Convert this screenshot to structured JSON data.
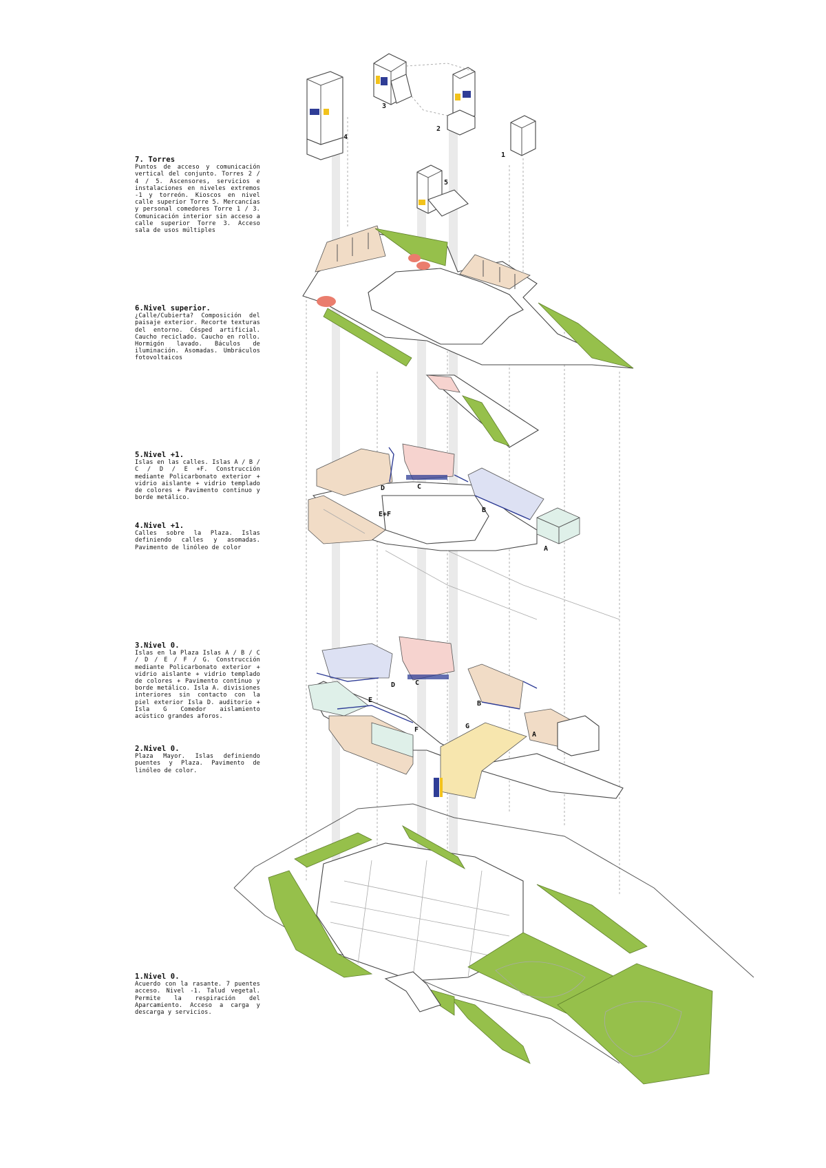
{
  "notes": [
    {
      "id": "torres",
      "title": "7. Torres",
      "body": "Puntos de acceso y comunicación vertical del conjunto. Torres 2 / 4 / 5. Ascensores, servicios e instalaciones en niveles extremos -1 y torreón. Kioscos en nivel calle superior Torre 5. Mercancías y personal comedores Torre 1 / 3. Comunicación interior sin acceso a calle superior Torre 3. Acceso sala de usos múltiples"
    },
    {
      "id": "nivel-superior",
      "title": "6.Nivel superior.",
      "body": "¿Calle/Cubierta? Composición del paisaje exterior. Recorte texturas del entorno. Césped artificial. Caucho reciclado. Caucho en rollo. Hormigón lavado. Báculos de iluminación. Asomadas. Umbráculos fotovoltaicos"
    },
    {
      "id": "nivel-1-islas",
      "title": "5.Nivel +1.",
      "body": "Islas en las calles. Islas A / B / C / D / E +F. Construcción mediante Policarbonato exterior + vidrio aislante + vidrio templado de colores + Pavimento continuo y borde metálico."
    },
    {
      "id": "nivel-1-calles",
      "title": "4.Nivel +1.",
      "body": "Calles sobre la Plaza. Islas definiendo calles y asomadas. Pavimento de linóleo de color"
    },
    {
      "id": "nivel-0-islas",
      "title": "3.Nivel 0.",
      "body": "Islas en la Plaza Islas A / B / C / D / E / F / G. Construcción mediante Policarbonato exterior + vidrio aislante + vidrio templado de colores + Pavimento continuo y borde metálico. Isla A. divisiones interiores sin contacto con la piel exterior Isla D. auditorio + Isla G Comedor aislamiento acústico grandes aforos."
    },
    {
      "id": "nivel-0-plaza",
      "title": "2.Nivel 0.",
      "body": "Plaza Mayor. Islas definiendo puentes y Plaza. Pavimento de linóleo de color."
    },
    {
      "id": "nivel-0-rasante",
      "title": "1.Nivel 0.",
      "body": "Acuerdo con la rasante. 7 puentes acceso. Nivel -1. Talud vegetal. Permite la respiración del Aparcamiento. Acceso a carga y descarga y servicios."
    }
  ],
  "labels": {
    "tower1": "1",
    "tower2": "2",
    "tower3": "3",
    "tower4": "4",
    "tower5": "5",
    "l5_A": "A",
    "l5_B": "B",
    "l5_C": "C",
    "l5_D": "D",
    "l5_EF": "E+F",
    "l3_A": "A",
    "l3_B": "B",
    "l3_C": "C",
    "l3_D": "D",
    "l3_E": "E",
    "l3_F": "F",
    "l3_G": "G"
  },
  "colors": {
    "green": "#96c04b",
    "beige": "#f1dcc6",
    "lilac": "#dde1f3",
    "pink": "#f6d3cf",
    "mint": "#dff0e9",
    "yellow": "#f7e6ae",
    "red": "#ea7d6d",
    "navy": "#2f3d96",
    "glass_yellow": "#f2c21b"
  }
}
